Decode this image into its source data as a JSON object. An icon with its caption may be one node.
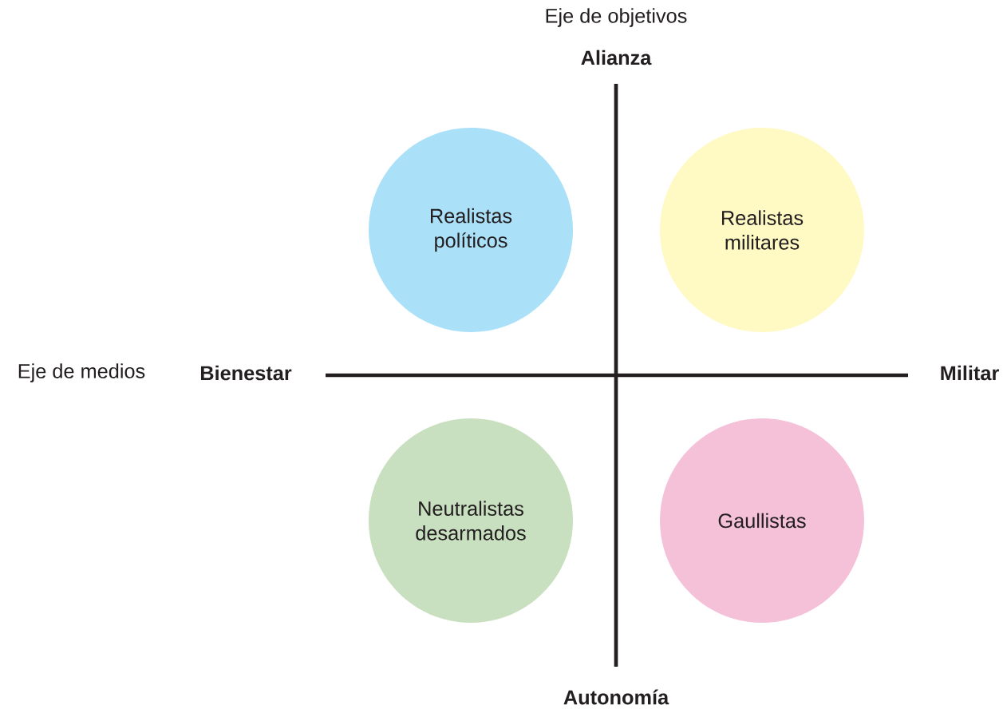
{
  "diagram": {
    "nodes": [
      {
        "text": [
          "Realistas políticos"
        ]
      },
      {
        "text": [
          "Realistas militares"
        ]
      },
      {
        "text": [
          "Neutralistas desarmados"
        ]
      },
      {
        "text": [
          "Gaullistas"
        ]
      }
    ],
    "labels": [
      "Eje de objetivos",
      "Alianza",
      "Eje de medios",
      "Bienestar",
      "Militar",
      "Autonomía"
    ]
  }
}
